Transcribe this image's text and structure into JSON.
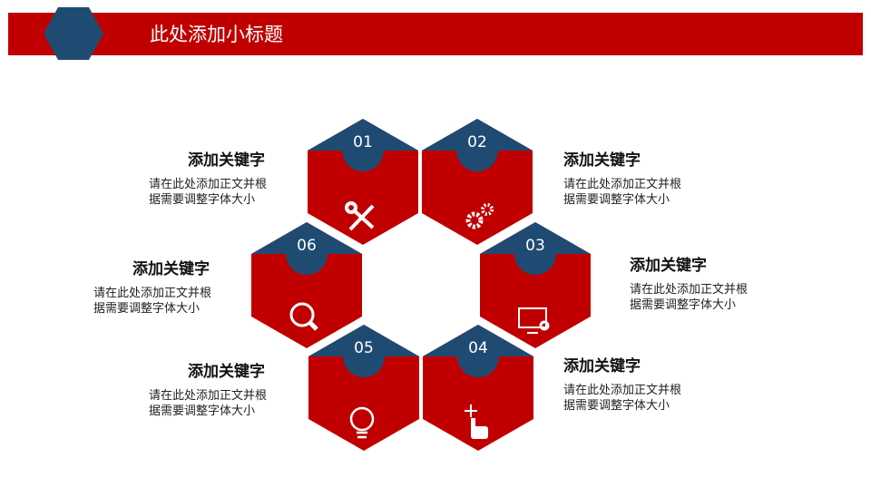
{
  "header": {
    "title": "此处添加小标题"
  },
  "colors": {
    "red": "#c00000",
    "blue": "#1f4b73"
  },
  "items": [
    {
      "num": "01",
      "icon": "tools-icon",
      "heading": "添加关键字",
      "body1": "请在此处添加正文并根",
      "body2": "据需要调整字体大小"
    },
    {
      "num": "02",
      "icon": "gears-icon",
      "heading": "添加关键字",
      "body1": "请在此处添加正文并根",
      "body2": "据需要调整字体大小"
    },
    {
      "num": "03",
      "icon": "monitor-settings-icon",
      "heading": "添加关键字",
      "body1": "请在此处添加正文并根",
      "body2": "据需要调整字体大小"
    },
    {
      "num": "04",
      "icon": "hand-pointer-icon",
      "heading": "添加关键字",
      "body1": "请在此处添加正文并根",
      "body2": "据需要调整字体大小"
    },
    {
      "num": "05",
      "icon": "lightbulb-icon",
      "heading": "添加关键字",
      "body1": "请在此处添加正文并根",
      "body2": "据需要调整字体大小"
    },
    {
      "num": "06",
      "icon": "search-icon",
      "heading": "添加关键字",
      "body1": "请在此处添加正文并根",
      "body2": "据需要调整字体大小"
    }
  ]
}
